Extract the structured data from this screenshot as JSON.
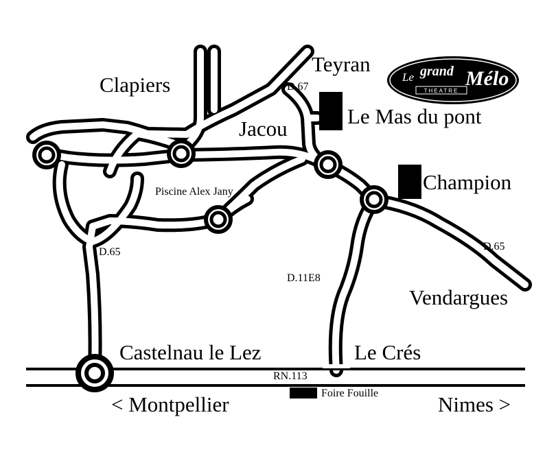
{
  "map": {
    "places": {
      "teyran": "Teyran",
      "clapiers": "Clapiers",
      "jacou": "Jacou",
      "vendargues": "Vendargues",
      "castelnau": "Castelnau le Lez",
      "le_cres": "Le Crés",
      "montpellier": "< Montpellier",
      "nimes": "Nimes >"
    },
    "roads": {
      "d67": "D.67",
      "d65_left": "D.65",
      "d65_right": "D.65",
      "d11e8": "D.11E8",
      "rn113": "RN.113"
    },
    "landmarks": {
      "le_mas_du_pont": "Le Mas du pont",
      "champion": "Champion",
      "piscine": "Piscine Alex Jany",
      "foire_fouille": "Foire Fouille"
    },
    "logo": {
      "text": "Le grand Mélo",
      "subtitle": "THEATRE"
    },
    "colors": {
      "ink": "#000000",
      "paper": "#ffffff"
    }
  }
}
